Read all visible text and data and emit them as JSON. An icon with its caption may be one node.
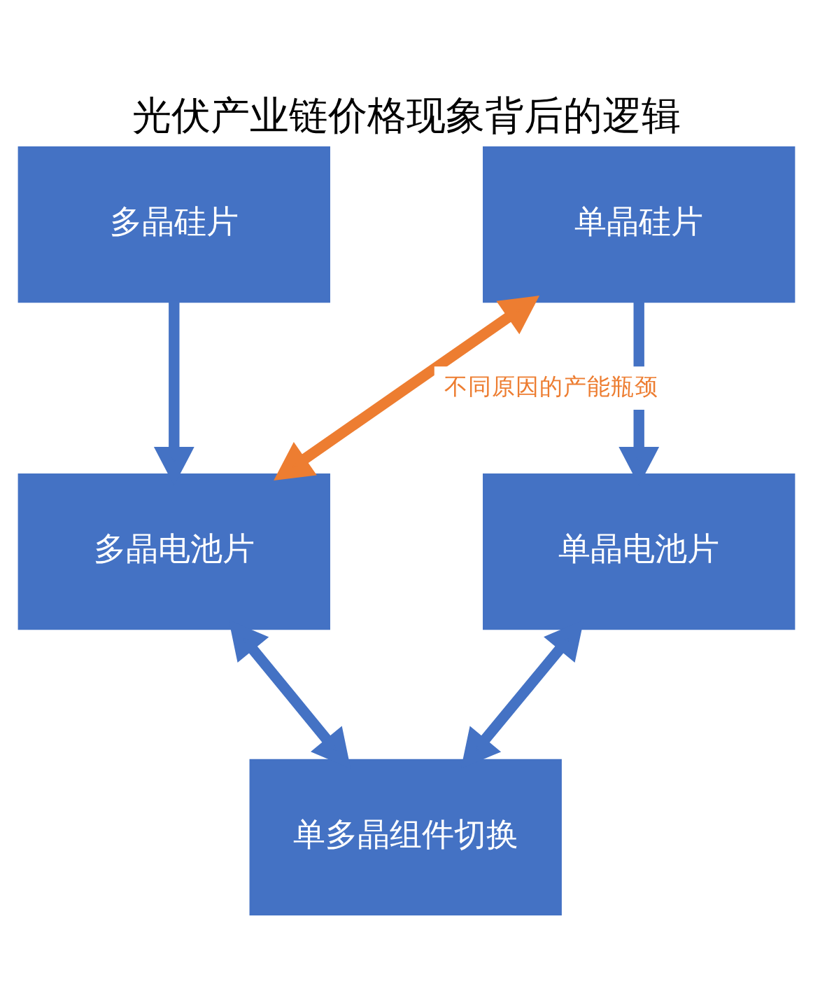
{
  "diagram": {
    "title": "光伏产业链价格现象背后的逻辑",
    "nodes": [
      {
        "text": [
          "多晶硅片"
        ]
      },
      {
        "text": [
          "单晶硅片"
        ]
      },
      {
        "text": [
          "多晶电池片"
        ]
      },
      {
        "text": [
          "单晶电池片"
        ]
      },
      {
        "text": [
          "单多晶组件切换"
        ]
      }
    ],
    "edges": [
      {
        "from": 0,
        "to": 2,
        "arrow": "to"
      },
      {
        "from": 1,
        "to": 3,
        "arrow": "to"
      },
      {
        "from": 2,
        "to": 1,
        "arrow": "both",
        "label": "不同原因的产能瓶颈",
        "color": "#ed7d31"
      },
      {
        "from": 2,
        "to": 4,
        "arrow": "both"
      },
      {
        "from": 3,
        "to": 4,
        "arrow": "both"
      }
    ]
  }
}
